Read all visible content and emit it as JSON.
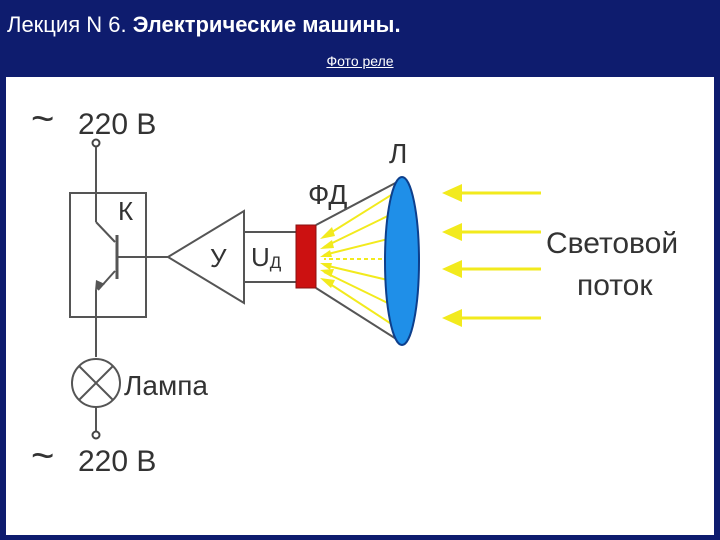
{
  "header": {
    "title_prefix": "Лекция N 6. ",
    "title_main": "Электрические машины",
    "title_end": ".",
    "subtitle": "Фото реле"
  },
  "diagram": {
    "supply_top": "220 В",
    "supply_bottom": "220 В",
    "tilde": "~",
    "relay_label": "К",
    "amplifier_label": "У",
    "voltage_label_main": "U",
    "voltage_label_sub": "Д",
    "photodiode_label": "ФД",
    "lens_label": "Л",
    "lamp_label": "Лампа",
    "light_label_line1": "Световой",
    "light_label_line2": "поток"
  },
  "colors": {
    "background": "#0e1c6e",
    "panel": "#ffffff",
    "photodiode": "#cc1111",
    "lens": "#1f8fe8",
    "light_rays": "#f2ea1d",
    "wire": "#555555"
  }
}
